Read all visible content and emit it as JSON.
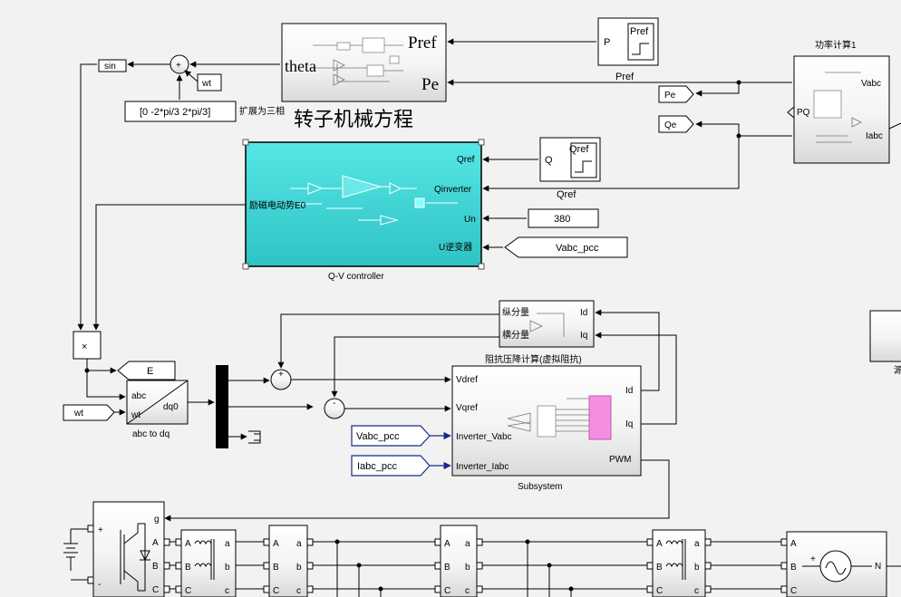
{
  "blocks": {
    "sin_label": "sin",
    "sum_sign": "+",
    "wt_tag_top": "wt",
    "phase_const": "[0 -2*pi/3 2*pi/3]",
    "expand_note": "扩展为三相",
    "rotor_eq": {
      "title": "转子机械方程",
      "port_theta": "theta",
      "port_pref": "Pref",
      "port_pe": "Pe"
    },
    "pref_block": {
      "port": "P",
      "inner": "Pref",
      "label": "Pref"
    },
    "power_calc": {
      "title": "功率计算1",
      "port_vabc": "Vabc",
      "port_iabc": "Iabc",
      "port_pq": "PQ"
    },
    "pe_tag": "Pe",
    "qe_tag": "Qe",
    "qv": {
      "label": "Q-V controller",
      "port_qref": "Qref",
      "port_qinv": "Qinverter",
      "port_un": "Un",
      "port_uinv": "U逆变器",
      "port_e0": "励磁电动势E0"
    },
    "qref_block": {
      "port": "Q",
      "inner": "Qref",
      "label": "Qref"
    },
    "const_380": "380",
    "vabc_from_top": "Vabc_pcc",
    "mult_symbol": "×",
    "e_tag": "E",
    "abc_dq": {
      "label": "abc to dq",
      "port_abc": "abc",
      "port_wt": "wt",
      "port_dq0": "dq0"
    },
    "wt_tag_bottom": "wt",
    "impedance": {
      "title": "阻抗压降计算(虚拟阻抗)",
      "port_long": "纵分量",
      "port_trans": "横分量",
      "port_id": "Id",
      "port_iq": "Iq"
    },
    "sum1_sign": "+",
    "sum2_sign": "-",
    "subsystem": {
      "label": "Subsystem",
      "port_vdref": "Vdref",
      "port_vqref": "Vqref",
      "port_vinv": "Inverter_Vabc",
      "port_iinv": "Inverter_Iabc",
      "port_id": "Id",
      "port_iq": "Iq",
      "port_pwm": "PWM"
    },
    "from_vabc": "Vabc_pcc",
    "from_iabc": "Iabc_pcc",
    "right_cut_label": "源",
    "bridge": {
      "port_g": "g",
      "port_a": "A",
      "port_b": "B",
      "port_c": "C",
      "plus": "+",
      "minus": "-"
    },
    "source": {
      "port_n": "N",
      "port_a": "A",
      "port_b": "B",
      "port_c": "C",
      "plus": "+"
    },
    "abc_upper": [
      "A",
      "B",
      "C"
    ],
    "abc_lower": [
      "a",
      "b",
      "c"
    ]
  }
}
